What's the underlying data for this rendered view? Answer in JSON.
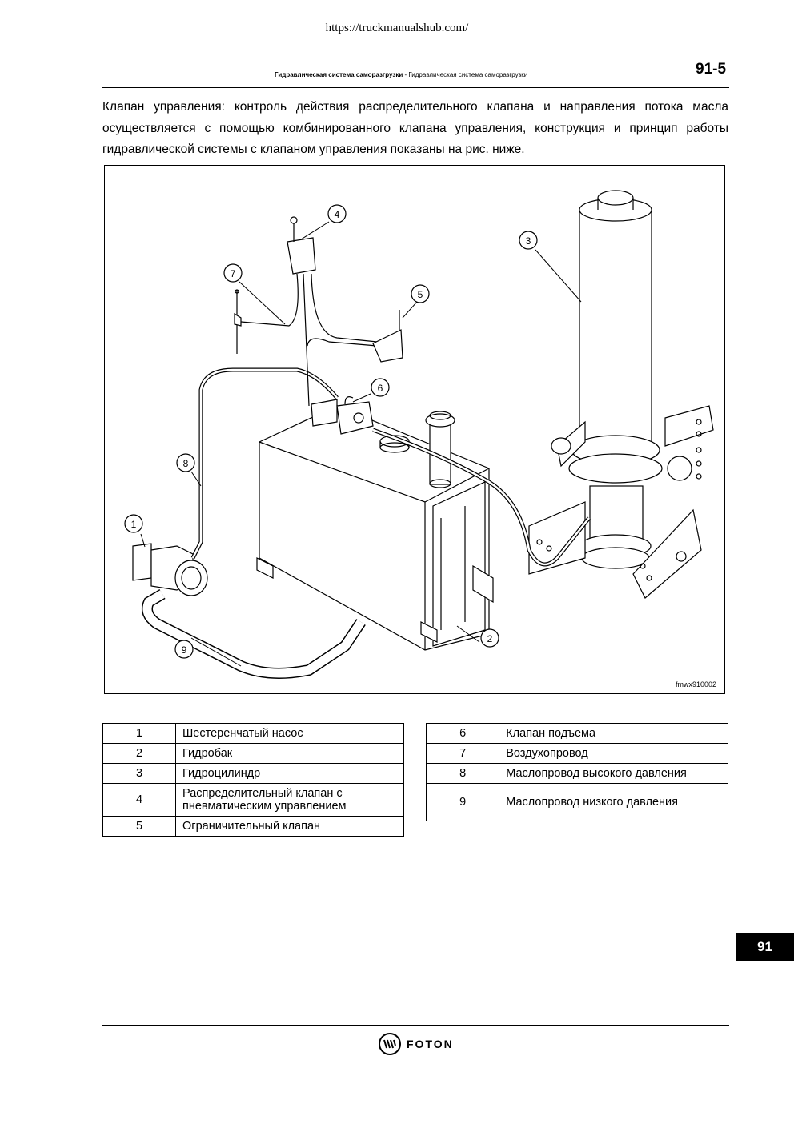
{
  "page": {
    "url": "https://truckmanualshub.com/",
    "header_bold": "Гидравлическая система саморазгрузки",
    "header_rest": " - Гидравлическая система саморазгрузки",
    "page_number": "91-5",
    "chapter_tab": "91",
    "brand": "FOTON"
  },
  "intro": "Клапан управления: контроль действия распределительного клапана и направления потока масла осуществляется с помощью комбинированного клапана управления, конструкция и принцип работы гидравлической системы с клапаном управления показаны на рис. ниже.",
  "figure": {
    "code": "fmwx910002",
    "callouts": [
      "1",
      "2",
      "3",
      "4",
      "5",
      "6",
      "7",
      "8",
      "9"
    ]
  },
  "legend_left": [
    {
      "num": "1",
      "desc": "Шестеренчатый насос"
    },
    {
      "num": "2",
      "desc": "Гидробак"
    },
    {
      "num": "3",
      "desc": "Гидроцилиндр"
    },
    {
      "num": "4",
      "desc": "Распределительный клапан с пневматическим управлением"
    },
    {
      "num": "5",
      "desc": "Ограничительный клапан"
    }
  ],
  "legend_right": [
    {
      "num": "6",
      "desc": "Клапан подъема"
    },
    {
      "num": "7",
      "desc": "Воздухопровод"
    },
    {
      "num": "8",
      "desc": "Маслопровод высокого давления"
    },
    {
      "num": "9",
      "desc": "Маслопровод низкого давления"
    }
  ]
}
